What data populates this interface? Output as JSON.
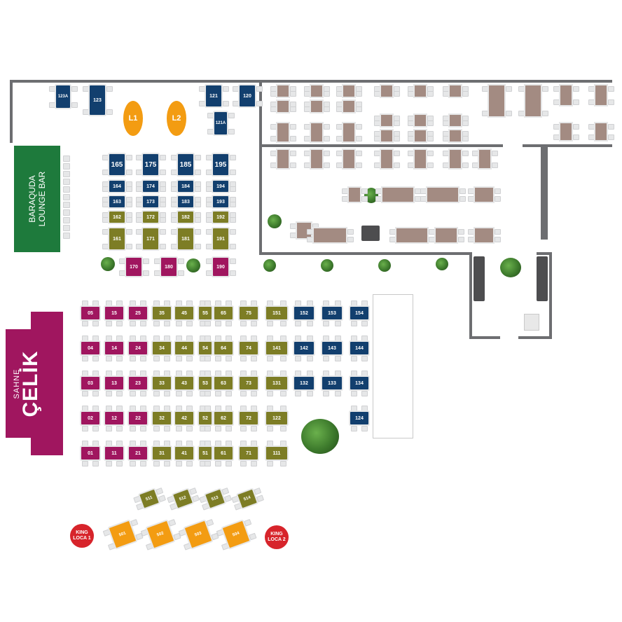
{
  "colors": {
    "blue": "#123f6e",
    "olive": "#7d7d25",
    "magenta": "#a0165f",
    "orange": "#f39c12",
    "green": "#1e7a3c",
    "red": "#d7242b",
    "wall": "#6d6e71",
    "brown": "#a38b82",
    "chair": "#e6e7e8"
  },
  "venue": {
    "lounge_bar_line1": "BARAQUDA",
    "lounge_bar_line2": "LOUNGE BAR",
    "stage_title": "ÇELİK",
    "stage_subtitle": "SAHNE",
    "vip_ovals": [
      "L1",
      "L2"
    ],
    "king_loca_1_line1": "KING",
    "king_loca_1_line2": "LOCA 1",
    "king_loca_2_line1": "KING",
    "king_loca_2_line2": "LOCA 2"
  },
  "upper_tables": [
    {
      "label": "123A",
      "color": "blue"
    },
    {
      "label": "123",
      "color": "blue"
    },
    {
      "label": "121",
      "color": "blue"
    },
    {
      "label": "120",
      "color": "blue"
    },
    {
      "label": "121A",
      "color": "blue"
    },
    {
      "label": "165",
      "color": "blue"
    },
    {
      "label": "175",
      "color": "blue"
    },
    {
      "label": "185",
      "color": "blue"
    },
    {
      "label": "195",
      "color": "blue"
    },
    {
      "label": "164",
      "color": "blue"
    },
    {
      "label": "174",
      "color": "blue"
    },
    {
      "label": "184",
      "color": "blue"
    },
    {
      "label": "194",
      "color": "blue"
    },
    {
      "label": "163",
      "color": "blue"
    },
    {
      "label": "173",
      "color": "blue"
    },
    {
      "label": "183",
      "color": "blue"
    },
    {
      "label": "193",
      "color": "blue"
    },
    {
      "label": "162",
      "color": "olive"
    },
    {
      "label": "172",
      "color": "olive"
    },
    {
      "label": "182",
      "color": "olive"
    },
    {
      "label": "192",
      "color": "olive"
    },
    {
      "label": "161",
      "color": "olive"
    },
    {
      "label": "171",
      "color": "olive"
    },
    {
      "label": "181",
      "color": "olive"
    },
    {
      "label": "191",
      "color": "olive"
    },
    {
      "label": "170",
      "color": "magenta"
    },
    {
      "label": "180",
      "color": "magenta"
    },
    {
      "label": "190",
      "color": "magenta"
    }
  ],
  "main_rows": [
    [
      "05",
      "15",
      "25",
      "35",
      "45",
      "55",
      "65",
      "75",
      "151",
      "152",
      "153",
      "154"
    ],
    [
      "04",
      "14",
      "24",
      "34",
      "44",
      "54",
      "64",
      "74",
      "141",
      "142",
      "143",
      "144"
    ],
    [
      "03",
      "13",
      "23",
      "33",
      "43",
      "53",
      "63",
      "73",
      "131",
      "132",
      "133",
      "134"
    ],
    [
      "02",
      "12",
      "22",
      "32",
      "42",
      "52",
      "62",
      "72",
      "122",
      "124"
    ],
    [
      "01",
      "11",
      "21",
      "31",
      "41",
      "51",
      "61",
      "71",
      "111"
    ]
  ],
  "main_colors": [
    [
      "magenta",
      "magenta",
      "magenta",
      "olive",
      "olive",
      "olive",
      "olive",
      "olive",
      "olive",
      "blue",
      "blue",
      "blue"
    ],
    [
      "magenta",
      "magenta",
      "magenta",
      "olive",
      "olive",
      "olive",
      "olive",
      "olive",
      "olive",
      "blue",
      "blue",
      "blue"
    ],
    [
      "magenta",
      "magenta",
      "magenta",
      "olive",
      "olive",
      "olive",
      "olive",
      "olive",
      "olive",
      "blue",
      "blue",
      "blue"
    ],
    [
      "magenta",
      "magenta",
      "magenta",
      "olive",
      "olive",
      "olive",
      "olive",
      "olive",
      "olive",
      "blue"
    ],
    [
      "magenta",
      "magenta",
      "magenta",
      "olive",
      "olive",
      "olive",
      "olive",
      "olive",
      "olive"
    ]
  ],
  "lower_tables": [
    {
      "label": "511",
      "color": "olive"
    },
    {
      "label": "512",
      "color": "olive"
    },
    {
      "label": "513",
      "color": "olive"
    },
    {
      "label": "514",
      "color": "olive"
    },
    {
      "label": "501",
      "color": "orange"
    },
    {
      "label": "502",
      "color": "orange"
    },
    {
      "label": "503",
      "color": "orange"
    },
    {
      "label": "504",
      "color": "orange"
    }
  ]
}
